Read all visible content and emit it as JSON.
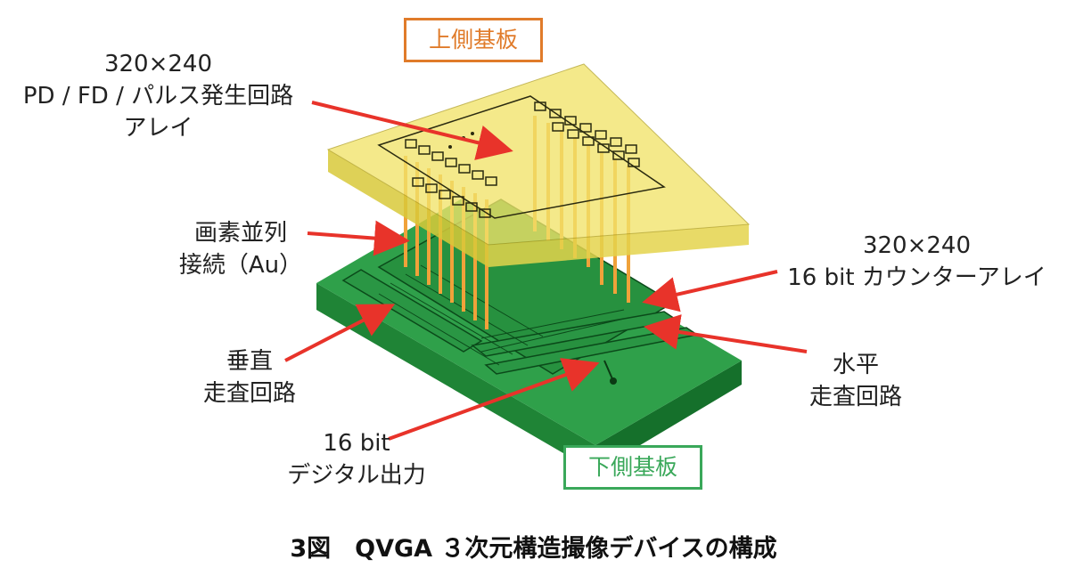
{
  "labels": {
    "upper_substrate": "上側基板",
    "lower_substrate": "下側基板",
    "pd_array": [
      "320×240",
      "PD / FD / パルス発生回路",
      "アレイ"
    ],
    "pixel_connection": [
      "画素並列",
      "接続（Au）"
    ],
    "counter_array": [
      "320×240",
      "16 bit カウンターアレイ"
    ],
    "vertical_scan": [
      "垂直",
      "走査回路"
    ],
    "horizontal_scan": [
      "水平",
      "走査回路"
    ],
    "digital_output": [
      "16 bit",
      "デジタル出力"
    ]
  },
  "caption": "3図　QVGA ３次元構造撮像デバイスの構成",
  "colors": {
    "upper_label": "#e07b2a",
    "lower_label": "#3aa85a",
    "arrow": "#e8332a",
    "upper_board": "#f2e46a",
    "lower_board": "#2f9e48",
    "bump": "#f0a23a"
  }
}
